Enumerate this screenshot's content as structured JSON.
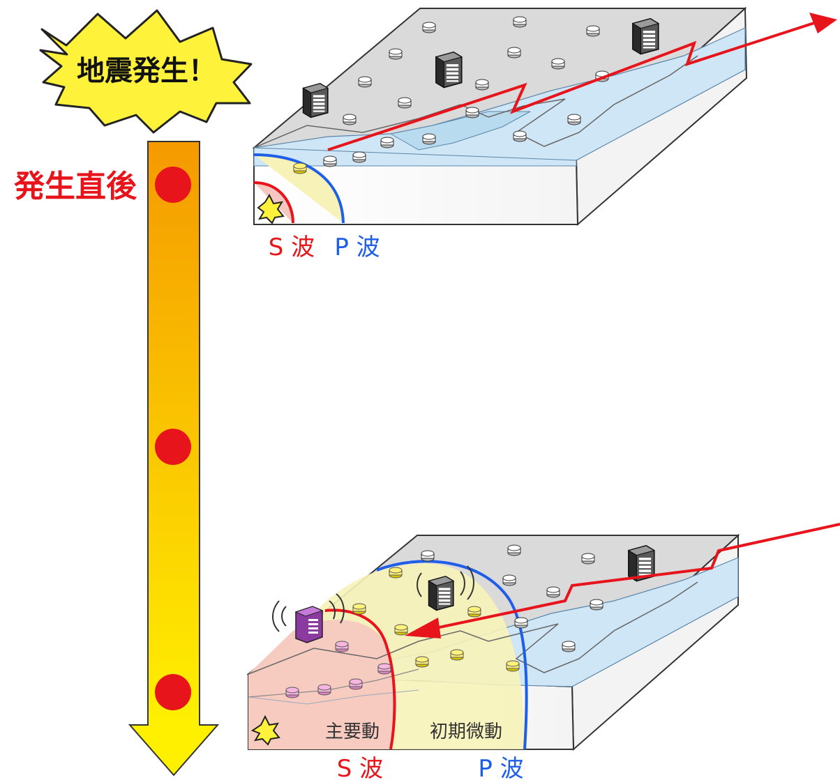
{
  "burst_text": "地震発生！",
  "timeline_label": "発生直後",
  "panel_top": {
    "s_wave_label": "S 波",
    "p_wave_label": "P 波"
  },
  "panel_bottom": {
    "s_wave_label": "S 波",
    "p_wave_label": "P 波",
    "main_motion_label": "主要動",
    "initial_tremor_label": "初期微動"
  },
  "colors": {
    "timeline_top": "#f59a00",
    "timeline_bottom": "#fff000",
    "timeline_dot": "#e8141b",
    "burst_fill": "#fff23a",
    "s_wave": "#e8141b",
    "p_wave": "#1f5ee8",
    "timeline_label_color": "#e8141b",
    "surface_top": "#dadada",
    "block_side": "#ffffff",
    "sea": "#cfe6f6",
    "p_zone": "#f7f3b8",
    "s_zone": "#f6c7c0"
  },
  "icons": [
    "explosion-icon",
    "seismometer-icon",
    "station-icon",
    "warning-receiver-icon"
  ]
}
